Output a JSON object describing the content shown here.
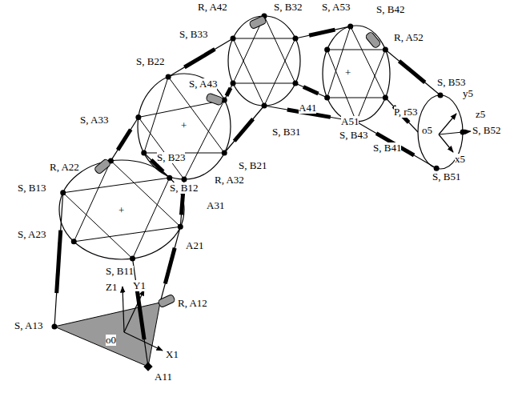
{
  "diagram": {
    "labels": [
      "R, A42",
      "S, B32",
      "S, A53",
      "S, B42",
      "S, B33",
      "R, A52",
      "S, B53",
      "y5",
      "S, B22",
      "S, A43",
      "S, B52",
      "P, r53",
      "z5",
      "o5",
      "x5",
      "S, A33",
      "S, B31",
      "A41",
      "S, B43",
      "A51",
      "S, B41",
      "S, B51",
      "S, B23",
      "R, A32",
      "S, B21",
      "R, A22",
      "A31",
      "S, B13",
      "S, B12",
      "S, A23",
      "A21",
      "S, B11",
      "Z1",
      "Y1",
      "R, A12",
      "S, A13",
      "o0",
      "X1",
      "A11",
      "+",
      "+",
      "+"
    ]
  }
}
